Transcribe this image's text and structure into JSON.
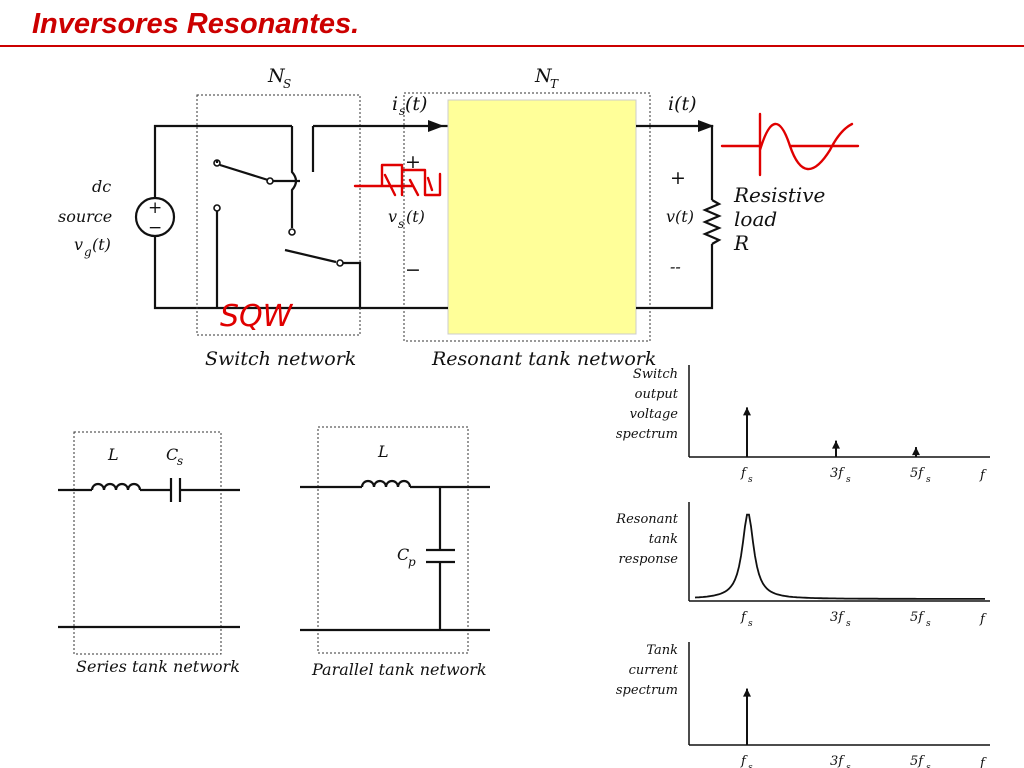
{
  "title": "Inversores Resonantes.",
  "top_circuit": {
    "ns_label": "N",
    "ns_sub": "S",
    "nt_label": "N",
    "nt_sub": "T",
    "is_label": "i",
    "is_sub": "s",
    "is_arg": "(t)",
    "i_label": "i(t)",
    "dc_source_1": "dc",
    "dc_source_2": "source",
    "vg_label": "v",
    "vg_sub": "g",
    "vg_arg": "(t)",
    "vs_label": "v",
    "vs_sub": "s",
    "vs_arg": "(t)",
    "v_label": "v(t)",
    "plus": "+",
    "minus": "−",
    "minus_dashes": "--",
    "load_1": "Resistive",
    "load_2": "load",
    "load_3": "R",
    "switch_network": "Switch network",
    "resonant_tank": "Resonant tank network",
    "annotation_sqw": "SQW",
    "tank_fill": "#ffff99",
    "annotation_color": "#e00000"
  },
  "series_tank": {
    "L": "L",
    "C": "C",
    "C_sub": "s",
    "caption": "Series tank network"
  },
  "parallel_tank": {
    "L": "L",
    "C": "C",
    "C_sub": "p",
    "caption": "Parallel tank network"
  },
  "spectra": {
    "ticks": [
      "f",
      "3f",
      "5f"
    ],
    "tick_sub": "s",
    "axis_label": "f",
    "switch_output": {
      "label": [
        "Switch",
        "output",
        "voltage",
        "spectrum"
      ],
      "amplitudes": [
        1,
        0.33,
        0.2
      ]
    },
    "resonant_response": {
      "label": [
        "Resonant",
        "tank",
        "response"
      ]
    },
    "tank_current": {
      "label": [
        "Tank",
        "current",
        "spectrum"
      ],
      "amplitudes": [
        1,
        0,
        0
      ]
    }
  }
}
